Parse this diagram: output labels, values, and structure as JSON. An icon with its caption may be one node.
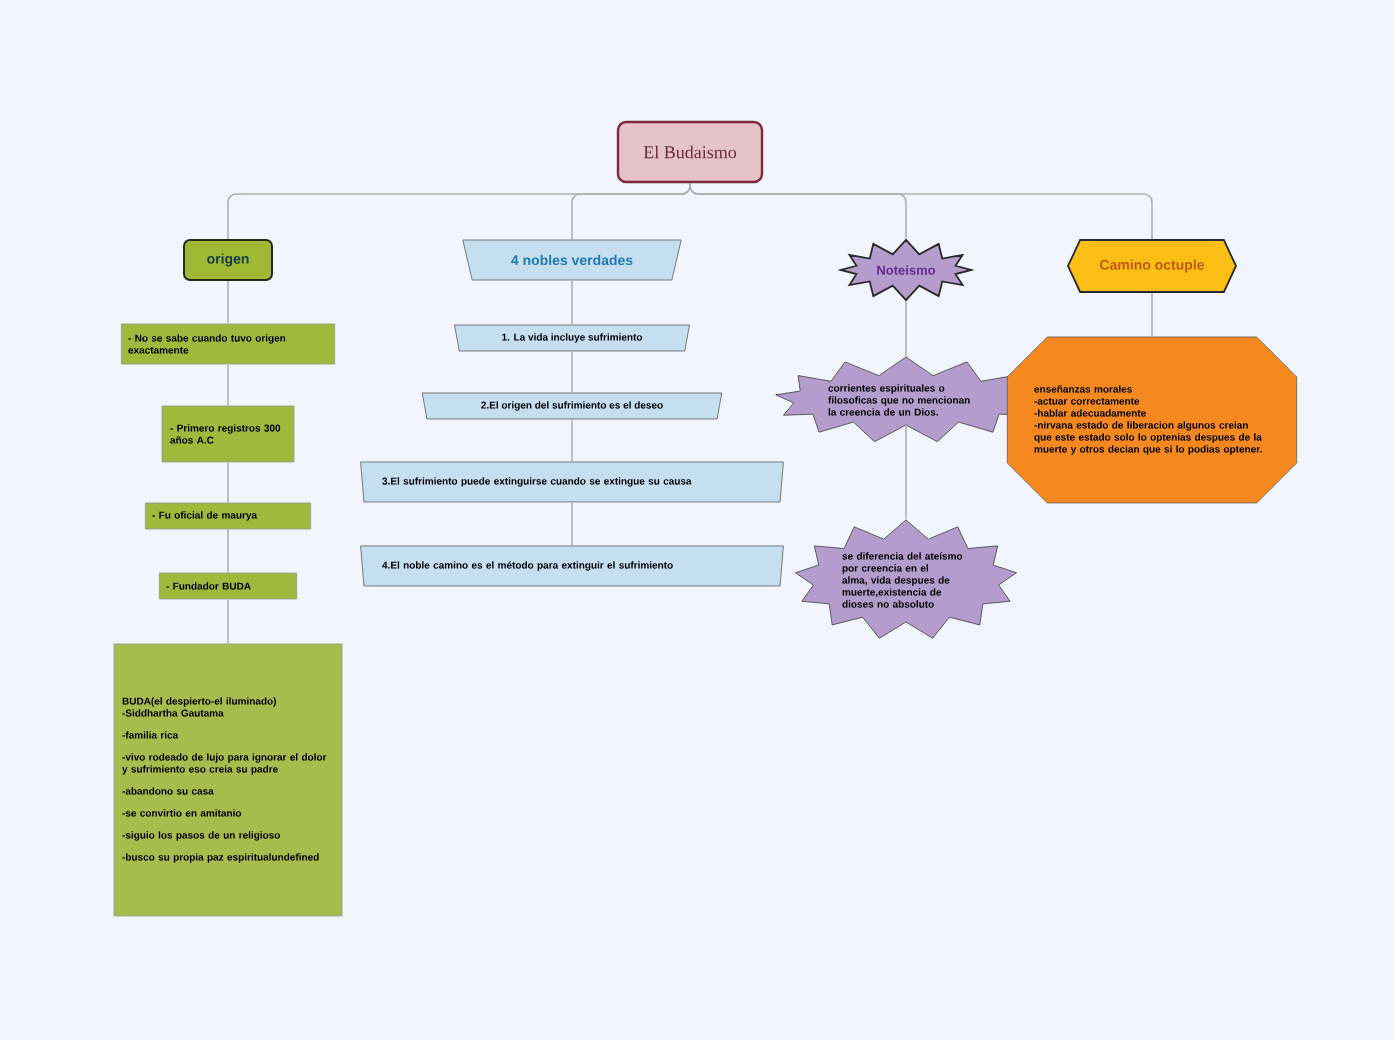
{
  "diagram": {
    "nodes": [
      {
        "text": [
          "El Budaismo"
        ]
      },
      {
        "text": [
          "origen"
        ]
      },
      {
        "text": [
          "- No se sabe cuando tuvo origen exactamente"
        ]
      },
      {
        "text": [
          "- Primero registros  300 años A.C"
        ]
      },
      {
        "text": [
          "- Fu oficial de maurya"
        ]
      },
      {
        "text": [
          "- Fundador BUDA"
        ]
      },
      {
        "text": [
          "BUDA(el despierto-el iluminado)",
          "-Siddhartha Gautama",
          "-familia rica",
          "-vivo rodeado de lujo para ignorar el dolor y sufrimiento eso creia su padre",
          "-abandono su casa",
          "-se convirtio en amitanio",
          "-siguio los pasos de un religioso",
          "-busco su propia paz espiritualundefined"
        ]
      },
      {
        "text": [
          "4 nobles verdades"
        ]
      },
      {
        "text": [
          "1. La vida incluye sufrimiento"
        ]
      },
      {
        "text": [
          "2.El origen del sufrimiento es el deseo"
        ]
      },
      {
        "text": [
          "3.El sufrimiento puede extinguirse cuando se extingue su causa"
        ]
      },
      {
        "text": [
          "4.El noble camino es el método para extinguir el sufrimiento"
        ]
      },
      {
        "text": [
          "Noteismo"
        ]
      },
      {
        "text": [
          "corrientes espirituales o filosoficas que no mencionan la creencia de un Dios."
        ]
      },
      {
        "text": [
          "se diferencia del ateísmo por creencia en el alma, vida despues de muerte,existencia de dioses no absoluto"
        ]
      },
      {
        "text": [
          "Camino octuple"
        ]
      },
      {
        "text": [
          "enseñanzas morales",
          "-actuar correctamente",
          "-hablar adecuadamente",
          "-nirvana estado de liberacion algunos creian que este estado solo lo optenias despues de la muerte y otros decian que si lo podias optener."
        ]
      }
    ],
    "edges": [
      {
        "from": 0,
        "to": 1,
        "arrow": "none"
      },
      {
        "from": 0,
        "to": 7,
        "arrow": "none"
      },
      {
        "from": 0,
        "to": 12,
        "arrow": "none"
      },
      {
        "from": 0,
        "to": 15,
        "arrow": "none"
      },
      {
        "from": 1,
        "to": 2,
        "arrow": "none"
      },
      {
        "from": 2,
        "to": 3,
        "arrow": "none"
      },
      {
        "from": 3,
        "to": 4,
        "arrow": "none"
      },
      {
        "from": 4,
        "to": 5,
        "arrow": "none"
      },
      {
        "from": 5,
        "to": 6,
        "arrow": "none"
      },
      {
        "from": 7,
        "to": 8,
        "arrow": "none"
      },
      {
        "from": 8,
        "to": 9,
        "arrow": "none"
      },
      {
        "from": 9,
        "to": 10,
        "arrow": "none"
      },
      {
        "from": 10,
        "to": 11,
        "arrow": "none"
      },
      {
        "from": 12,
        "to": 13,
        "arrow": "none"
      },
      {
        "from": 13,
        "to": 14,
        "arrow": "none"
      },
      {
        "from": 15,
        "to": 16,
        "arrow": "none"
      }
    ]
  }
}
